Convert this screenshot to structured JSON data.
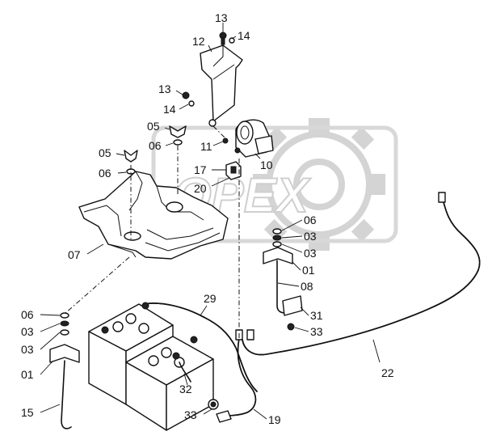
{
  "watermark": {
    "text": "OPEX"
  },
  "callouts": [
    {
      "id": "c13a",
      "label": "13"
    },
    {
      "id": "c14a",
      "label": "14"
    },
    {
      "id": "c12",
      "label": "12"
    },
    {
      "id": "c13b",
      "label": "13"
    },
    {
      "id": "c14b",
      "label": "14"
    },
    {
      "id": "c05a",
      "label": "05"
    },
    {
      "id": "c06a",
      "label": "06"
    },
    {
      "id": "c11",
      "label": "11"
    },
    {
      "id": "c05b",
      "label": "05"
    },
    {
      "id": "c06b",
      "label": "06"
    },
    {
      "id": "c10",
      "label": "10"
    },
    {
      "id": "c17",
      "label": "17"
    },
    {
      "id": "c20",
      "label": "20"
    },
    {
      "id": "c07",
      "label": "07"
    },
    {
      "id": "c06c",
      "label": "06"
    },
    {
      "id": "c03a",
      "label": "03"
    },
    {
      "id": "c03b",
      "label": "03"
    },
    {
      "id": "c01a",
      "label": "01"
    },
    {
      "id": "c08",
      "label": "08"
    },
    {
      "id": "c29",
      "label": "29"
    },
    {
      "id": "c31",
      "label": "31"
    },
    {
      "id": "c33a",
      "label": "33"
    },
    {
      "id": "c06d",
      "label": "06"
    },
    {
      "id": "c03c",
      "label": "03"
    },
    {
      "id": "c03d",
      "label": "03"
    },
    {
      "id": "c01b",
      "label": "01"
    },
    {
      "id": "c22",
      "label": "22"
    },
    {
      "id": "c32",
      "label": "32"
    },
    {
      "id": "c15",
      "label": "15"
    },
    {
      "id": "c33b",
      "label": "33"
    },
    {
      "id": "c19",
      "label": "19"
    }
  ]
}
